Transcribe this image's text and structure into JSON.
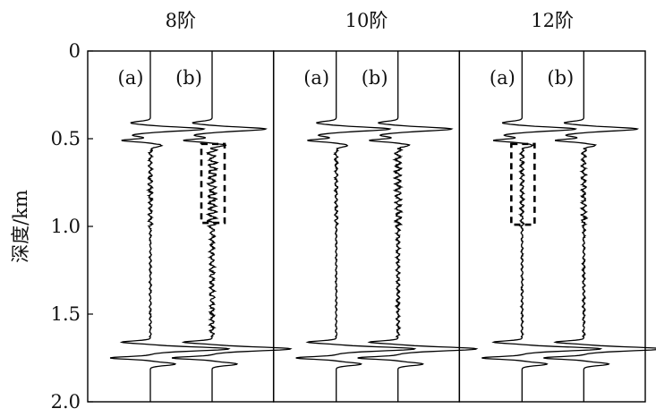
{
  "chart_data": {
    "type": "line",
    "title": "",
    "ylabel": "深度/km",
    "xlabel": "",
    "ylim": [
      0,
      2.0
    ],
    "y_inverted": true,
    "y_ticks": [
      "0",
      "0.5",
      "1.0",
      "1.5",
      "2.0"
    ],
    "y_tick_values": [
      0,
      0.5,
      1.0,
      1.5,
      2.0
    ],
    "grid": false,
    "colors": {
      "axis": "#000000",
      "trace": "#000000",
      "box": "#000000"
    },
    "panels": [
      {
        "title": "8阶",
        "traces": [
          {
            "label": "(a)",
            "events_km": [
              0.41,
              0.51,
              1.66,
              1.75
            ],
            "noise": 0.4
          },
          {
            "label": "(b)",
            "events_km": [
              0.41,
              0.51,
              1.66,
              1.75
            ],
            "noise": 1.0
          }
        ],
        "highlight": {
          "trace": "(b)",
          "depth_range_km": [
            0.53,
            0.98
          ]
        }
      },
      {
        "title": "10阶",
        "traces": [
          {
            "label": "(a)",
            "events_km": [
              0.41,
              0.51,
              1.66,
              1.75
            ],
            "noise": 0.3
          },
          {
            "label": "(b)",
            "events_km": [
              0.41,
              0.51,
              1.66,
              1.75
            ],
            "noise": 0.7
          }
        ],
        "highlight": null
      },
      {
        "title": "12阶",
        "traces": [
          {
            "label": "(a)",
            "events_km": [
              0.41,
              0.51,
              1.66,
              1.75
            ],
            "noise": 0.4
          },
          {
            "label": "(b)",
            "events_km": [
              0.41,
              0.51,
              1.66,
              1.75
            ],
            "noise": 0.5
          }
        ],
        "highlight": {
          "trace": "(a)",
          "depth_range_km": [
            0.53,
            0.99
          ]
        }
      }
    ]
  }
}
